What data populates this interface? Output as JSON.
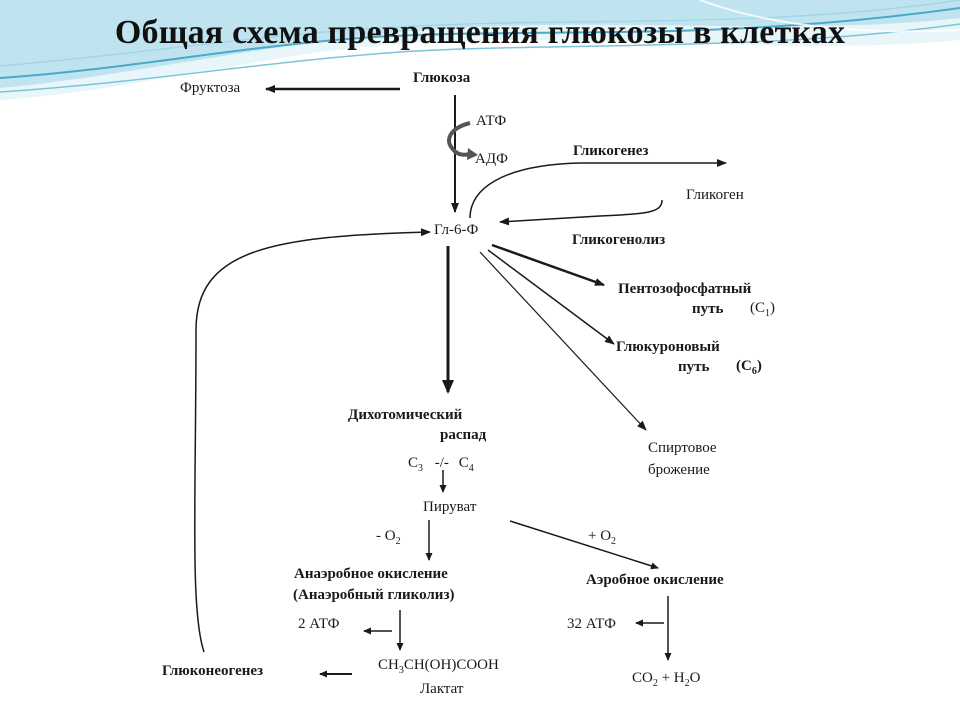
{
  "slide": {
    "title": "Общая схема превращения глюкозы в клетках"
  },
  "diagram": {
    "glucose": "Глюкоза",
    "fructose": "Фруктоза",
    "atp": "АТФ",
    "adp": "АДФ",
    "g6p": "Гл-6-Ф",
    "glycogenesis": "Гликогенез",
    "glycogen": "Гликоген",
    "glycogenolysis": "Гликогенолиз",
    "pentose_line1": "Пентозофосфатный",
    "pentose_line2": "путь",
    "pentose_c": "(С",
    "pentose_sub": "1",
    "glucuronic_line1": "Глюкуроновый",
    "glucuronic_line2": "путь",
    "glucuronic_c": "(С",
    "glucuronic_sub": "6",
    "alcohol_line1": "Спиртовое",
    "alcohol_line2": "брожение",
    "dichotomous_line1": "Дихотомический",
    "dichotomous_line2": "распад",
    "c3": "С",
    "c3_sub": "3",
    "sep": "-/-",
    "c4": "С",
    "c4_sub": "4",
    "pyruvate": "Пируват",
    "minus_o2": "- О",
    "minus_o2_sub": "2",
    "plus_o2": "+ О",
    "plus_o2_sub": "2",
    "anaerobic_line1": "Анаэробное окисление",
    "anaerobic_line2": "(Анаэробный гликолиз)",
    "aerobic": "Аэробное окисление",
    "atp2": "2 АТФ",
    "atp32": "32 АТФ",
    "lactic_formula": "CH",
    "lactic_formula_sub": "3",
    "lactic_formula_rest": "CH(OH)COOH",
    "lactate": "Лактат",
    "co2": "CO",
    "co2_sub": "2",
    "co2_rest": " + H",
    "h2o_sub": "2",
    "h2o_rest": "O",
    "gluconeogenesis": "Глюконеогенез"
  },
  "colors": {
    "wave_light": "#d6eef5",
    "wave_mid": "#9fd3e6",
    "wave_dark": "#4aa8c8",
    "line": "#1a1a1a"
  }
}
